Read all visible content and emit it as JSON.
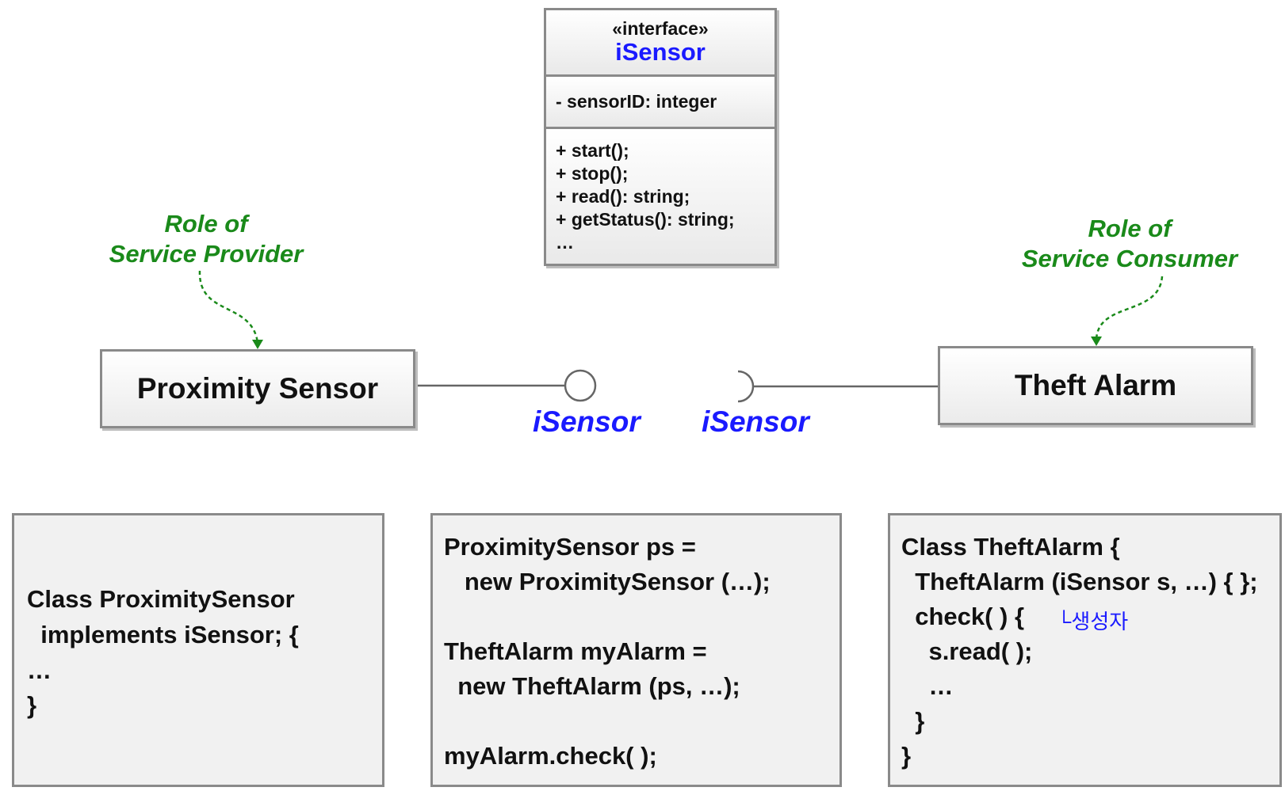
{
  "interface_box": {
    "stereotype": "«interface»",
    "name": "iSensor",
    "attribute": "- sensorID: integer",
    "operations": [
      "+ start();",
      "+ stop();",
      "+ read(): string;",
      "+ getStatus(): string;",
      "…"
    ]
  },
  "provider": {
    "role_line1": "Role of",
    "role_line2": "Service Provider",
    "component": "Proximity Sensor",
    "interface_label": "iSensor"
  },
  "consumer": {
    "role_line1": "Role of",
    "role_line2": "Service Consumer",
    "component": "Theft Alarm",
    "interface_label": "iSensor"
  },
  "code_left": {
    "lines": [
      "Class ProximitySensor",
      "  implements iSensor; {",
      "…",
      "}"
    ]
  },
  "code_middle": {
    "lines": [
      "ProximitySensor ps =",
      "   new ProximitySensor (…);",
      "TheftAlarm myAlarm =",
      "  new TheftAlarm (ps, …);",
      "myAlarm.check( );"
    ]
  },
  "code_right": {
    "lines": [
      "Class TheftAlarm {",
      "  TheftAlarm (iSensor s, …) { };",
      "  check( ) {",
      "    s.read( );",
      "    …",
      "  }",
      "}"
    ],
    "handwritten_note": "└생성자"
  },
  "colors": {
    "interface_blue": "#1a1aff",
    "role_green": "#1a8a1a",
    "border_gray": "#8a8a8a"
  }
}
